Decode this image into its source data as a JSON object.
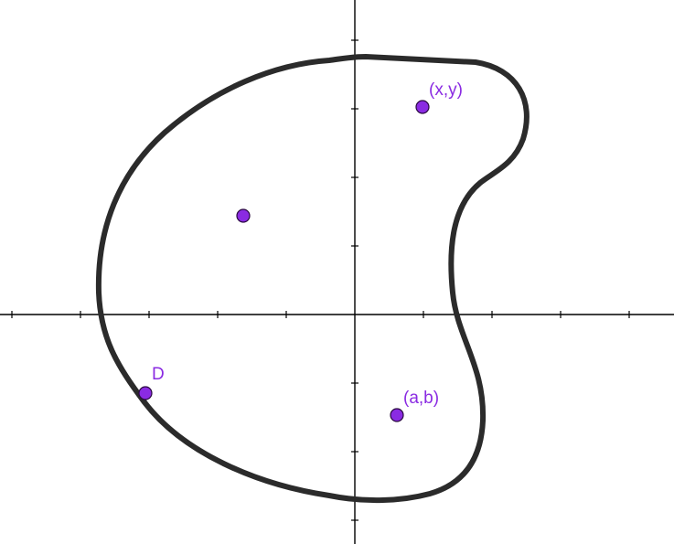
{
  "colors": {
    "point_fill": "#8a2be2",
    "label_color": "#8a2be2",
    "curve_color": "#2b2b2b",
    "axis_color": "#000000"
  },
  "points": [
    {
      "id": "point-xy",
      "label": "(x,y)"
    },
    {
      "id": "point-center",
      "label": ""
    },
    {
      "id": "point-D",
      "label": "D"
    },
    {
      "id": "point-ab",
      "label": "(a,b)"
    }
  ]
}
